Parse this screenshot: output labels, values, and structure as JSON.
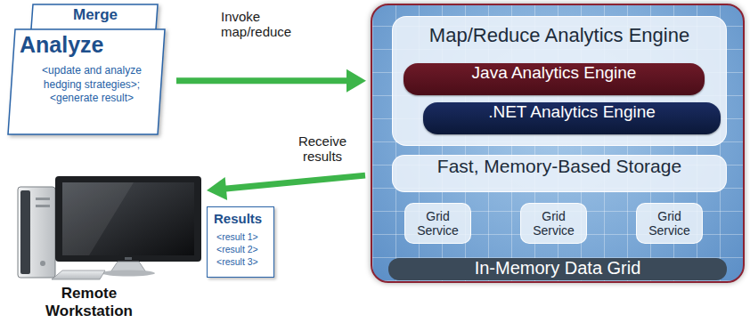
{
  "diagram": {
    "nodes": [
      {
        "text": [
          "Merge"
        ]
      },
      {
        "text": [
          "Analyze",
          "<update and analyze hedging strategies>; <generate result>"
        ]
      },
      {
        "text": [
          "In-Memory Data Grid"
        ]
      },
      {
        "text": [
          "Map/Reduce Analytics Engine"
        ],
        "in": 2
      },
      {
        "text": [
          "Java Analytics Engine"
        ],
        "in": 3
      },
      {
        "text": [
          ".NET Analytics Engine"
        ],
        "in": 3
      },
      {
        "text": [
          "Fast, Memory-Based Storage"
        ],
        "in": 2
      },
      {
        "text": [
          "Grid Service"
        ],
        "in": 2
      },
      {
        "text": [
          "Grid Service"
        ],
        "in": 2
      },
      {
        "text": [
          "Grid Service"
        ],
        "in": 2
      },
      {
        "text": [
          "Remote Workstation"
        ]
      },
      {
        "text": [
          "Results",
          "<result 1>",
          "<result 2>",
          "<result 3>"
        ]
      }
    ],
    "edges": [
      {
        "from": 1,
        "to": 2,
        "arrow": "to",
        "label": "Invoke map/reduce"
      },
      {
        "from": 2,
        "to": 10,
        "arrow": "to",
        "label": "Receive results"
      }
    ]
  }
}
